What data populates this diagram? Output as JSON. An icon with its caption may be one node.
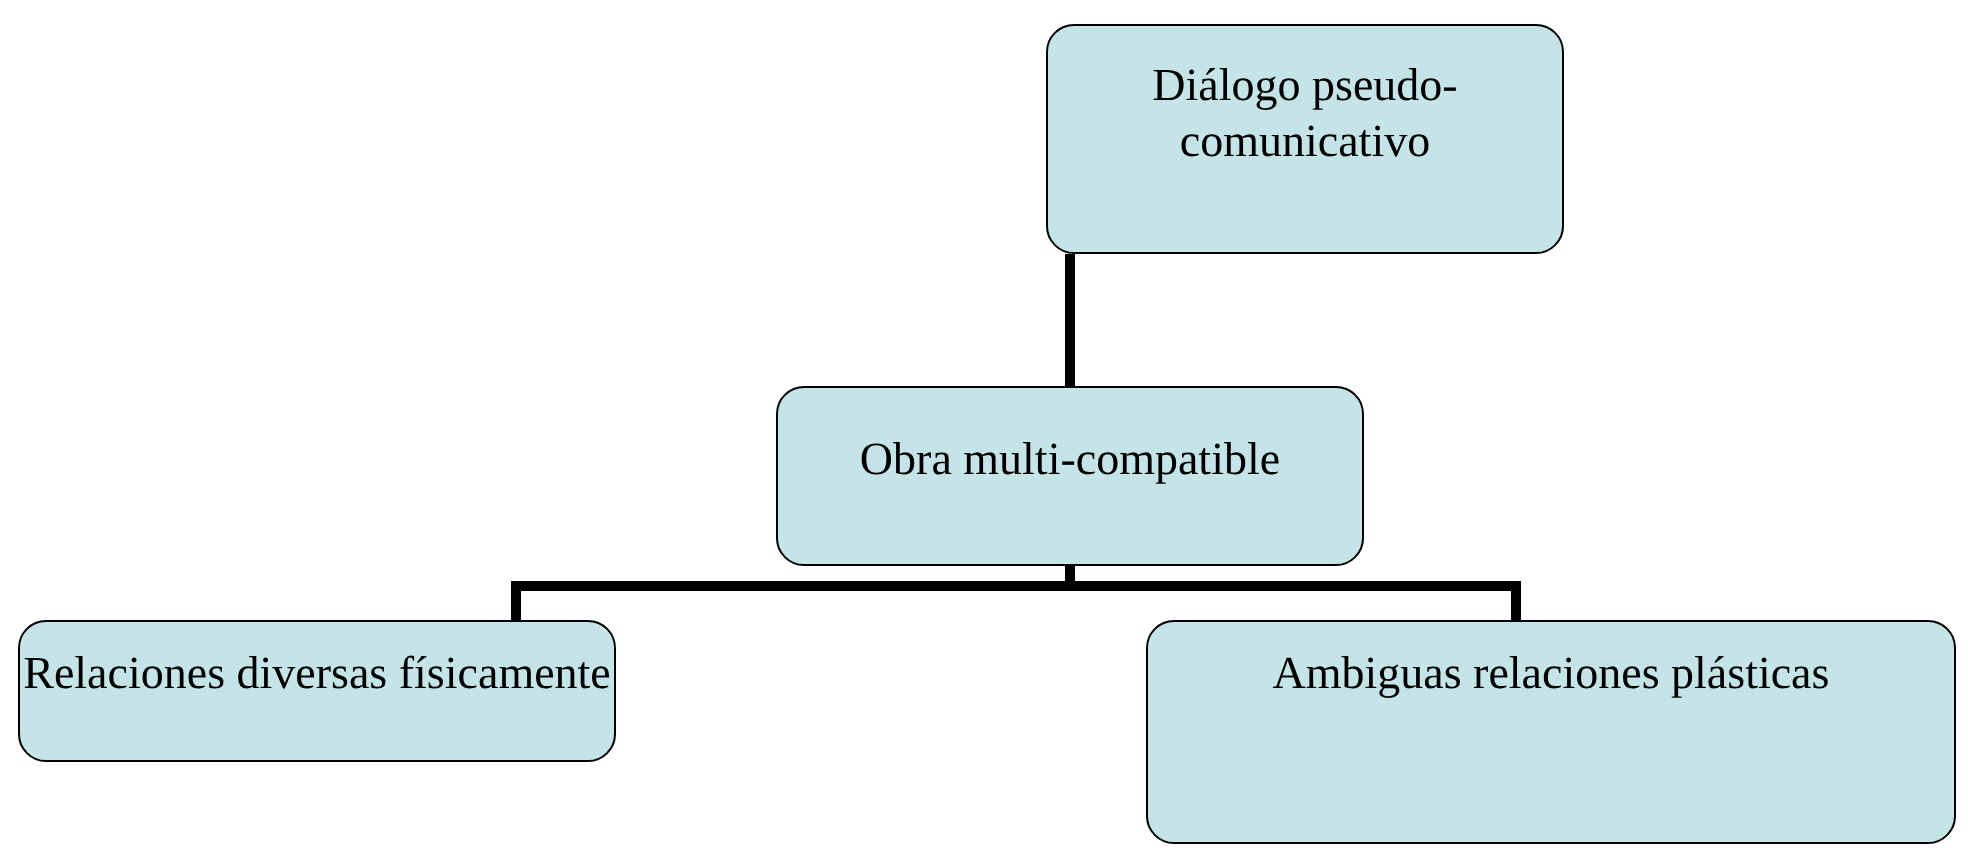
{
  "diagram": {
    "nodes": [
      {
        "text": [
          "Diálogo pseudo-comunicativo"
        ]
      },
      {
        "text": [
          "Obra multi-compatible"
        ]
      },
      {
        "text": [
          "Relaciones diversas físicamente"
        ]
      },
      {
        "text": [
          "Ambiguas relaciones plásticas"
        ]
      }
    ],
    "edges": [
      {
        "from": 0,
        "to": 1,
        "arrow": "none"
      },
      {
        "from": 1,
        "to": 2,
        "arrow": "none"
      },
      {
        "from": 1,
        "to": 3,
        "arrow": "none"
      }
    ]
  }
}
